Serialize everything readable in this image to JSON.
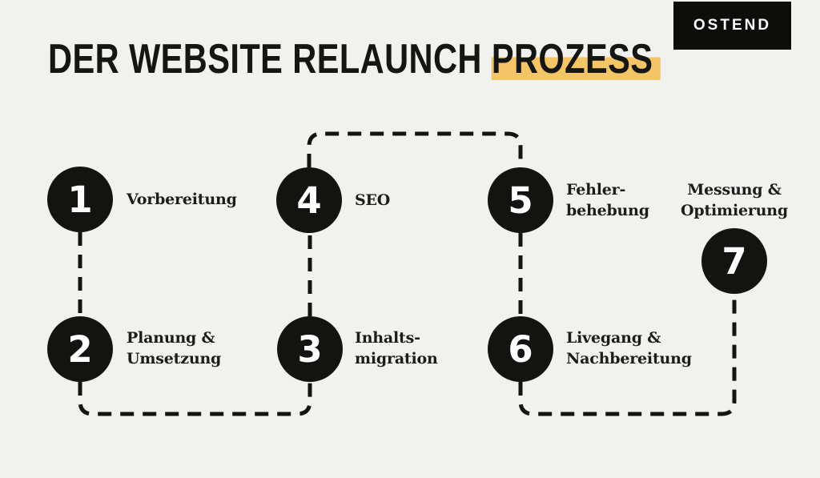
{
  "theme": {
    "background": "#f1f1f0",
    "ink": "#131311",
    "highlight": "#f4c566",
    "circle_number_color": "#ffffff",
    "logo_background": "#0d0d0b"
  },
  "logo": {
    "label": "OSTEND"
  },
  "title": {
    "prefix": "DER WEBSITE RELAUNCH ",
    "highlighted": "PROZESS"
  },
  "steps": [
    {
      "number": "1",
      "lines": [
        "Vorbereitung"
      ]
    },
    {
      "number": "2",
      "lines": [
        "Planung &",
        "Umsetzung"
      ]
    },
    {
      "number": "3",
      "lines": [
        "Inhalts-",
        "migration"
      ]
    },
    {
      "number": "4",
      "lines": [
        "SEO"
      ]
    },
    {
      "number": "5",
      "lines": [
        "Fehler-",
        "behebung"
      ]
    },
    {
      "number": "6",
      "lines": [
        "Livegang &",
        "Nachbereitung"
      ]
    },
    {
      "number": "7",
      "lines": [
        "Messung &",
        "Optimierung"
      ]
    }
  ]
}
